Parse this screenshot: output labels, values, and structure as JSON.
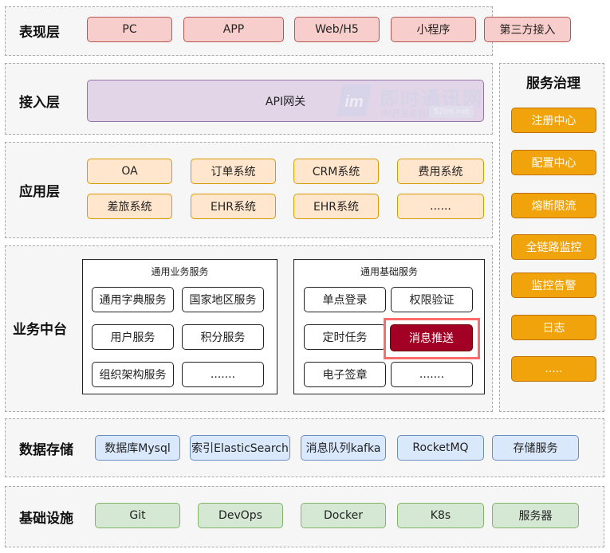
{
  "presentation": {
    "label": "表现层",
    "items": [
      "PC",
      "APP",
      "Web/H5",
      "小程序",
      "第三方接入"
    ]
  },
  "access": {
    "label": "接入层",
    "gateway": "API网关"
  },
  "application": {
    "label": "应用层",
    "items": [
      "OA",
      "订单系统",
      "CRM系统",
      "费用系统",
      "差旅系统",
      "EHR系统",
      "EHR系统",
      "......"
    ]
  },
  "middle": {
    "label": "业务中台",
    "business": {
      "title": "通用业务服务",
      "items": [
        "通用字典服务",
        "国家地区服务",
        "用户服务",
        "积分服务",
        "组织架构服务",
        "......."
      ]
    },
    "infra": {
      "title": "通用基础服务",
      "items": [
        "单点登录",
        "权限验证",
        "定时任务",
        "消息推送",
        "电子签章",
        "......."
      ]
    }
  },
  "storage": {
    "label": "数据存储",
    "items": [
      "数据库Mysql",
      "索引ElasticSearch",
      "消息队列kafka",
      "RocketMQ",
      "存储服务"
    ]
  },
  "infrastructure": {
    "label": "基础设施",
    "items": [
      "Git",
      "DevOps",
      "Docker",
      "K8s",
      "服务器"
    ]
  },
  "governance": {
    "title": "服务治理",
    "items": [
      "注册中心",
      "配置中心",
      "熔断限流",
      "全链路监控",
      "监控告警",
      "日志",
      "....."
    ]
  },
  "watermark": {
    "title": "即时通讯网",
    "subtitle": "IM开发者社区",
    "badge": "52im.net"
  },
  "colors": {
    "presentation": "#f8cecc",
    "access": "#e1d5e7",
    "application": "#ffe6cc",
    "governance": "#f0a30a",
    "highlight": "#a20025",
    "storage": "#dae8fc",
    "infrastructure": "#d5e8d4"
  }
}
